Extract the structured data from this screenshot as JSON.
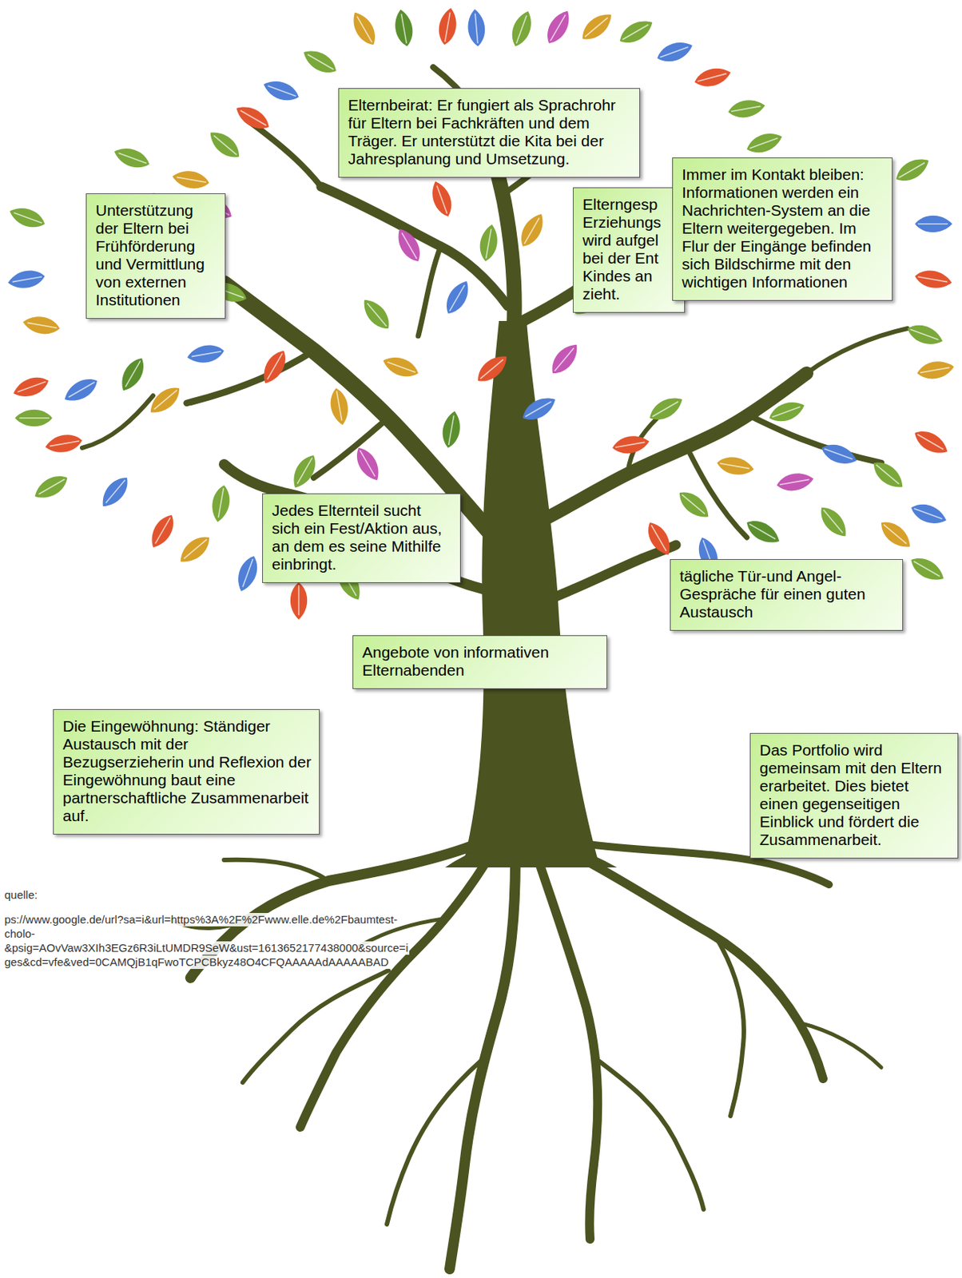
{
  "diagram": {
    "nodes": [
      {
        "text": [
          "Elternbeirat: Er fungiert als Sprachrohr für Eltern bei Fachkräften und dem Träger. Er unterstützt die Kita bei der Jahresplanung und Umsetzung."
        ]
      },
      {
        "text": [
          "Unterstützung der Eltern bei Frühförderung und Vermittlung von externen Institutionen"
        ]
      },
      {
        "text": [
          "Elterngesp Erziehungs wird aufgel bei der Ent Kindes an zieht."
        ]
      },
      {
        "text": [
          "Immer im Kontakt bleiben: Informationen werden ein Nachrichten-System an die Eltern weitergegeben. Im Flur der Eingänge befinden sich Bildschirme mit den wichtigen Informationen"
        ]
      },
      {
        "text": [
          "Jedes Elternteil sucht sich ein Fest/Aktion aus, an dem es seine Mithilfe einbringt."
        ]
      },
      {
        "text": [
          "tägliche Tür-und Angel-Gespräche für einen guten Austausch"
        ]
      },
      {
        "text": [
          "Angebote von informativen Elternabenden"
        ]
      },
      {
        "text": [
          "Die Eingewöhnung: Ständiger Austausch mit der Bezugserzieherin und Reflexion der Eingewöhnung baut eine partnerschaftliche Zusammenarbeit auf."
        ]
      },
      {
        "text": [
          "Das Portfolio wird gemeinsam mit den Eltern erarbeitet. Dies bietet einen gegenseitigen Einblick und fördert die Zusammenarbeit."
        ]
      }
    ],
    "labels": [
      "quelle:",
      "ps://www.google.de/url?sa=i&url=https%3A%2F%2Fwww.elle.de%2Fbaumtest-",
      "cholo-",
      "&psig=AOvVaw3XIh3EGz6R3iLtUMDR9SeW&ust=1613652177438000&source=i",
      "ges&cd=vfe&ved=0CAMQjB1qFwoTCPCBkyz48O4CFQAAAAAdAAAAABAD"
    ]
  }
}
